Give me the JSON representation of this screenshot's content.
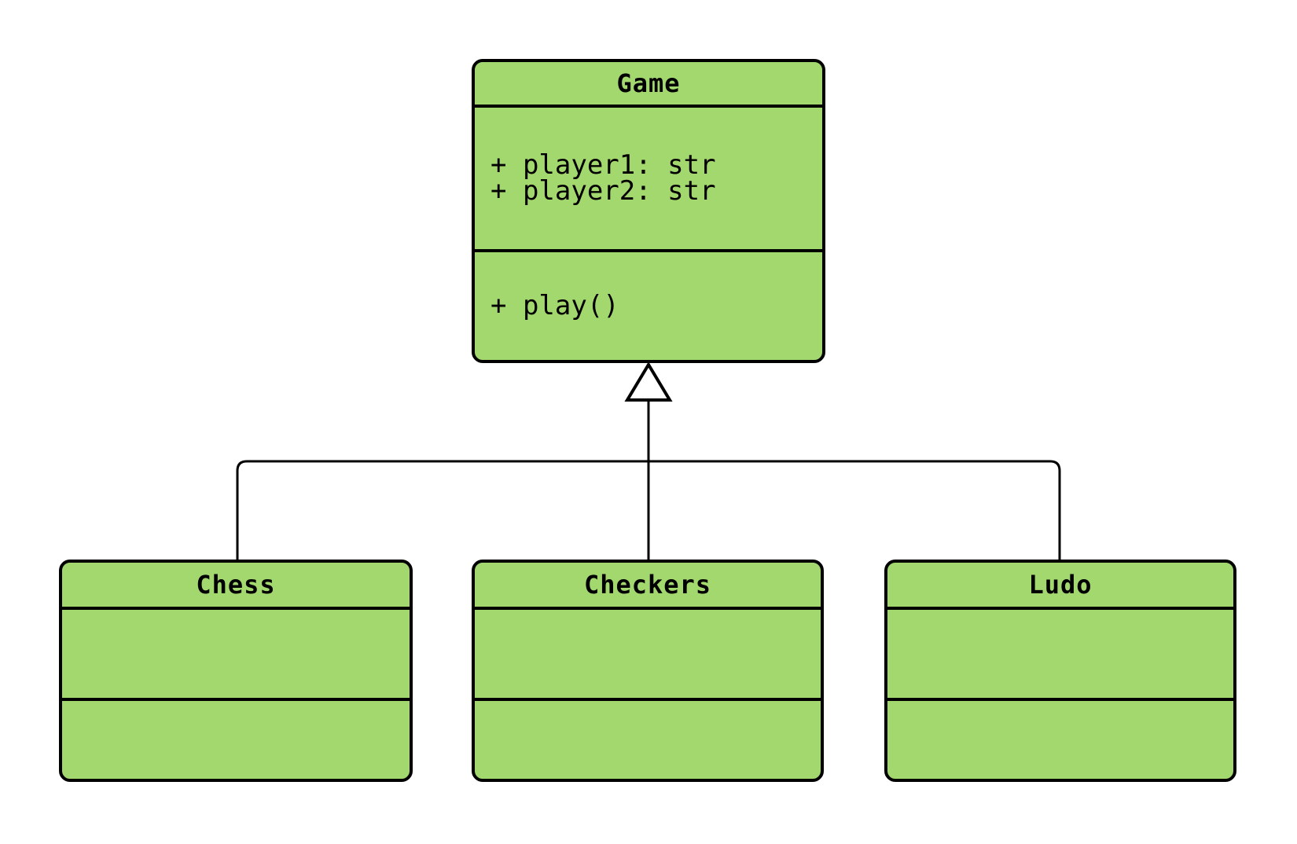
{
  "diagram": {
    "kind": "uml-class-diagram",
    "colors": {
      "class_fill": "#a3d86e",
      "line": "#000000",
      "background": "#ffffff",
      "text": "#000000"
    },
    "classes": [
      {
        "id": "game",
        "name": "Game",
        "attributes": [
          "+ player1: str",
          "+ player2: str"
        ],
        "methods": [
          "+ play()"
        ]
      },
      {
        "id": "chess",
        "name": "Chess",
        "attributes": [],
        "methods": []
      },
      {
        "id": "checkers",
        "name": "Checkers",
        "attributes": [],
        "methods": []
      },
      {
        "id": "ludo",
        "name": "Ludo",
        "attributes": [],
        "methods": []
      }
    ],
    "relationships": [
      {
        "from": "Chess",
        "to": "Game",
        "type": "inheritance"
      },
      {
        "from": "Checkers",
        "to": "Game",
        "type": "inheritance"
      },
      {
        "from": "Ludo",
        "to": "Game",
        "type": "inheritance"
      }
    ]
  }
}
